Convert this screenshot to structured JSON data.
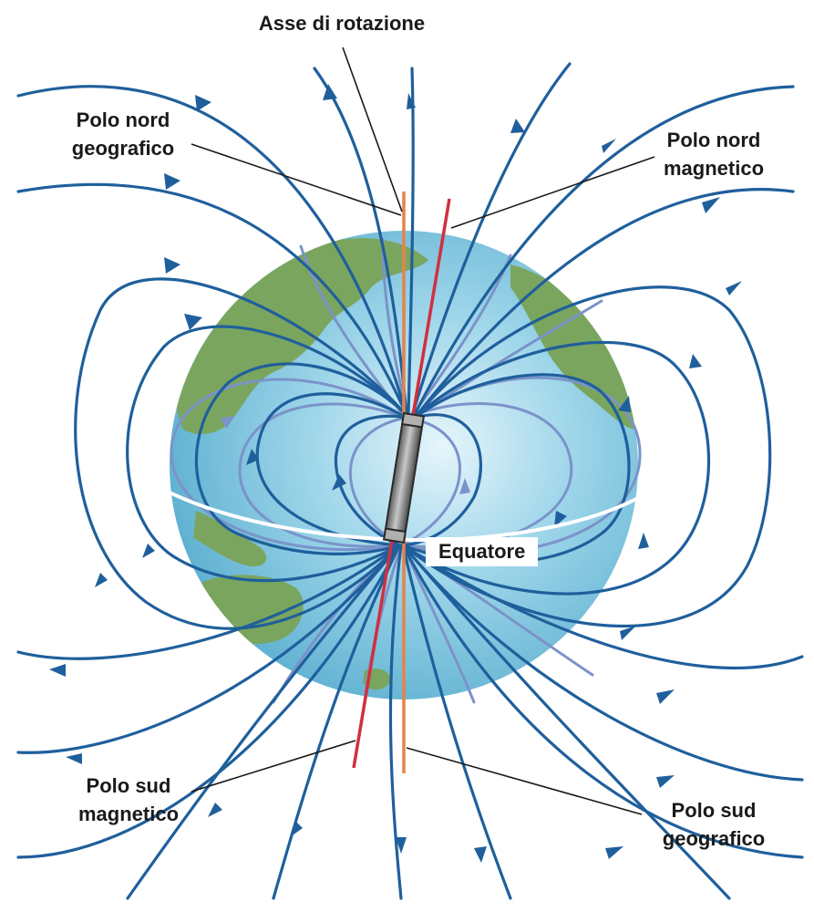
{
  "labels": {
    "rotation_axis": "Asse di rotazione",
    "geo_north": [
      "Polo nord",
      "geografico"
    ],
    "mag_north": [
      "Polo nord",
      "magnetico"
    ],
    "equator": "Equatore",
    "mag_south": [
      "Polo sud",
      "magnetico"
    ],
    "geo_south": [
      "Polo sud",
      "geografico"
    ]
  },
  "colors": {
    "field_line": "#1f5f9c",
    "inner_field_line": "#7b93c9",
    "rotation_axis": "#e5834a",
    "magnetic_axis": "#d0303f",
    "ocean": "#7fc4de",
    "land": "#7aa55e",
    "magnet": "#8a8a8a",
    "equator": "#ffffff"
  }
}
